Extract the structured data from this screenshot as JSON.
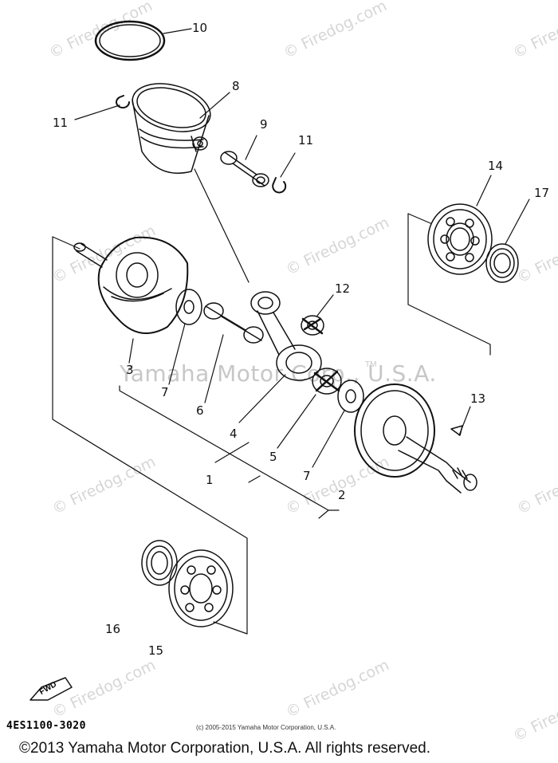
{
  "callouts": {
    "c10": "10",
    "c8": "8",
    "c11a": "11",
    "c9": "9",
    "c11b": "11",
    "c14": "14",
    "c17": "17",
    "c12": "12",
    "c3": "3",
    "c7a": "7",
    "c6": "6",
    "c4": "4",
    "c5": "5",
    "c13": "13",
    "c1": "1",
    "c7b": "7",
    "c2": "2",
    "c16": "16",
    "c15": "15"
  },
  "watermark": {
    "site": "© Firedog.com",
    "center": "Yamaha Motor Corp., U.S.A.",
    "tm": "TM"
  },
  "fwd_label": "FWD",
  "part_code": "4ES1100-3020",
  "small_copyright": "(c) 2005-2015 Yamaha Motor Corporation, U.S.A.",
  "footer_copyright": "©2013 Yamaha Motor Corporation, U.S.A. All rights reserved."
}
